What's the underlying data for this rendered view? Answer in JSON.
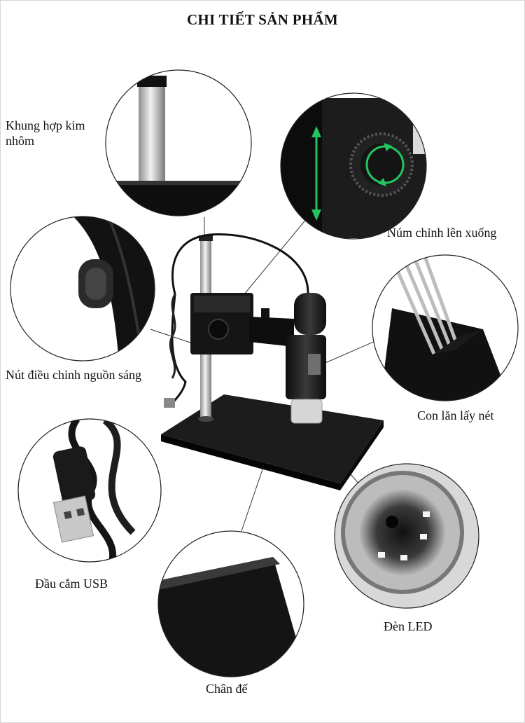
{
  "title": "CHI TIẾT SẢN PHẨM",
  "labels": {
    "frame": "Khung hợp kim nhôm",
    "knob": "Núm chỉnh lên xuống",
    "light": "Nút điều chỉnh nguồn sáng",
    "focus": "Con lăn lấy nét",
    "usb": "Đầu cắm USB",
    "led": "Đèn LED",
    "base": "Chân đế"
  },
  "colors": {
    "arrow": "#22c55e",
    "body": "#1a1a1a",
    "callout_line": "#333333"
  }
}
